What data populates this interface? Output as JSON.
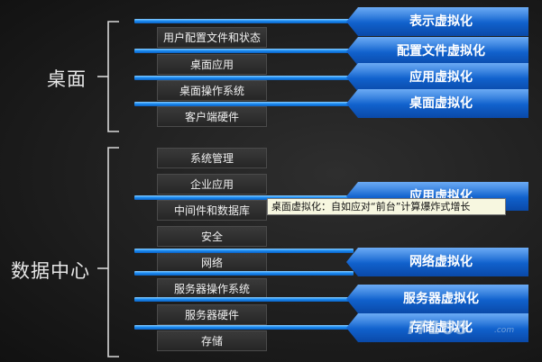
{
  "groups": {
    "desktop": "桌面",
    "datacenter": "数据中心"
  },
  "desktop_layers": [
    "用户配置文件和状态",
    "桌面应用",
    "桌面操作系统",
    "客户端硬件"
  ],
  "datacenter_layers": [
    "系统管理",
    "企业应用",
    "中间件和数据库",
    "安全",
    "网络",
    "服务器操作系统",
    "服务器硬件",
    "存储"
  ],
  "virtualization_tags": [
    "表示虚拟化",
    "配置文件虚拟化",
    "应用虚拟化",
    "桌面虚拟化",
    "应用虚拟化",
    "网络虚拟化",
    "服务器虚拟化",
    "存储虚拟化"
  ],
  "tooltip": "桌面虚拟化：自如应对“前台”计算爆炸式增长",
  "watermark": {
    "main": "IT168",
    "sub": ".com"
  },
  "colors": {
    "accent_blue": "#1163cf",
    "line_blue": "#1e8ff5",
    "background": "#1e1e1e"
  }
}
